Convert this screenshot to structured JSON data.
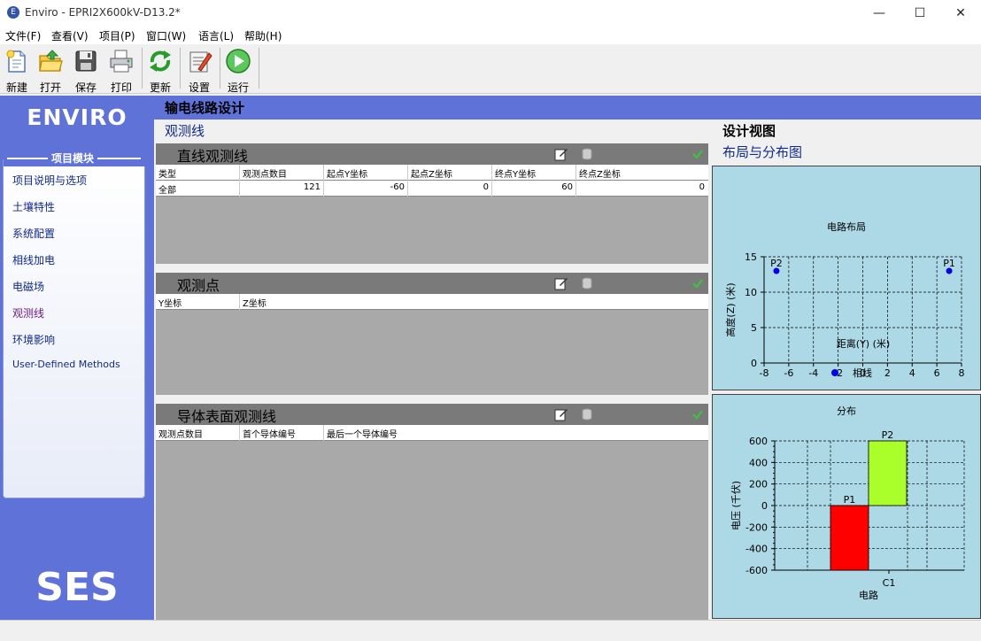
{
  "window": {
    "title": "Enviro - EPRI2X600kV-D13.2*"
  },
  "menu": [
    "文件(F)",
    "查看(V)",
    "项目(P)",
    "窗口(W)",
    "语言(L)",
    "帮助(H)"
  ],
  "toolbar": [
    {
      "label": "新建",
      "icon": "new-file-icon"
    },
    {
      "label": "打开",
      "icon": "open-folder-icon"
    },
    {
      "label": "保存",
      "icon": "save-disk-icon"
    },
    {
      "label": "打印",
      "icon": "printer-icon"
    },
    {
      "label": "更新",
      "icon": "refresh-icon"
    },
    {
      "label": "设置",
      "icon": "settings-icon"
    },
    {
      "label": "运行",
      "icon": "run-play-icon"
    }
  ],
  "sidebar": {
    "logo": "ENVIRO",
    "module_title": "项目模块",
    "items": [
      "项目说明与选项",
      "土壤特性",
      "系统配置",
      "相线加电",
      "电磁场",
      "观测线",
      "环境影响",
      "User-Defined Methods"
    ],
    "active_index": 5,
    "footer_logo": "SES"
  },
  "main": {
    "title": "输电线路设计",
    "subtitle": "观测线",
    "sections": [
      {
        "title": "直线观测线",
        "columns": [
          "类型",
          "观测点数目",
          "起点Y坐标",
          "起点Z坐标",
          "终点Y坐标",
          "终点Z坐标"
        ],
        "rows": [
          [
            "全部",
            "121",
            "-60",
            "0",
            "60",
            "0"
          ]
        ]
      },
      {
        "title": "观测点",
        "columns": [
          "Y坐标",
          "Z坐标"
        ],
        "rows": []
      },
      {
        "title": "导体表面观测线",
        "columns": [
          "观测点数目",
          "首个导体编号",
          "最后一个导体编号"
        ],
        "rows": []
      }
    ]
  },
  "design_view": {
    "title": "设计视图",
    "subtitle": "布局与分布图"
  },
  "chart_data": [
    {
      "type": "scatter",
      "title": "电路布局",
      "xlabel": "距离(Y) (米)",
      "ylabel": "高度(Z) (米)",
      "xlim": [
        -8,
        8
      ],
      "ylim": [
        0,
        15
      ],
      "xticks": [
        -8,
        -6,
        -4,
        -2,
        0,
        2,
        4,
        6,
        8
      ],
      "yticks": [
        0,
        5,
        10,
        15
      ],
      "grid": true,
      "legend": [
        "相线"
      ],
      "series": [
        {
          "name": "相线",
          "points": [
            {
              "label": "P2",
              "x": -7,
              "y": 13
            },
            {
              "label": "P1",
              "x": 7,
              "y": 13
            }
          ],
          "color": "#0000ee"
        }
      ]
    },
    {
      "type": "bar",
      "title": "分布",
      "xlabel": "电路",
      "ylabel": "电压 (千伏)",
      "categories": [
        "C1"
      ],
      "ylim": [
        -600,
        600
      ],
      "yticks": [
        -600,
        -400,
        -200,
        0,
        200,
        400,
        600
      ],
      "grid": true,
      "bars": [
        {
          "label": "P1",
          "value": -600,
          "color": "#ff0000"
        },
        {
          "label": "P2",
          "value": 600,
          "color": "#aaff2a"
        }
      ]
    }
  ]
}
